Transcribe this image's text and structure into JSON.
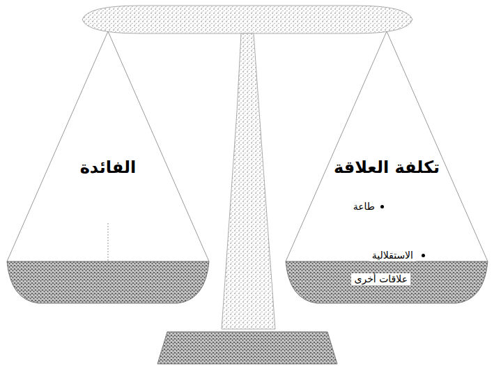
{
  "diagram": {
    "nodes": [
      {
        "text": [
          "الفائدة"
        ]
      },
      {
        "text": [
          "تكلفة العلاقة",
          "طاعة",
          "الاستقلالية",
          "علاقات أخرى"
        ]
      }
    ]
  }
}
